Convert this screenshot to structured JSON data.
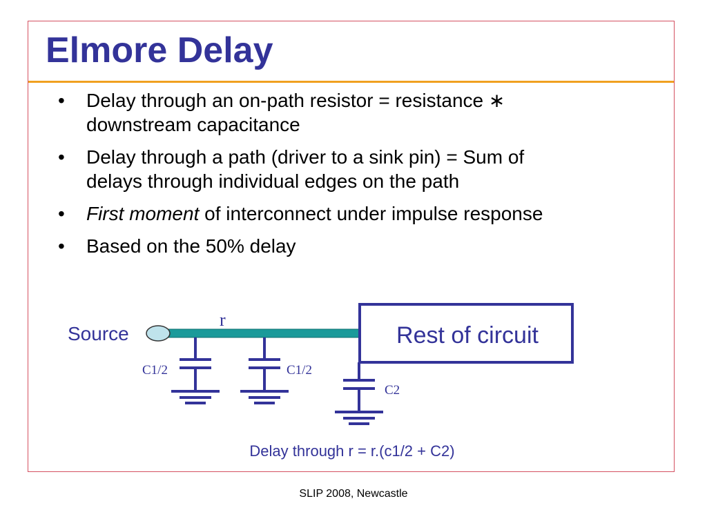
{
  "slide": {
    "title": "Elmore Delay",
    "bullets": [
      {
        "text_before": "Delay through an on-path resistor = resistance ",
        "symbol": "∗",
        "text_line2": "downstream capacitance"
      },
      {
        "text_line1": "Delay through a path (driver to a sink pin) = Sum of",
        "text_line2": "delays through individual edges on the path"
      },
      {
        "emph": "First moment",
        "rest": " of interconnect under impulse response"
      },
      {
        "text": "Based on the 50% delay"
      }
    ],
    "diagram": {
      "source_label": "Source",
      "resistor_label": "r",
      "block_label": "Rest of circuit",
      "cap1_label": "C1/2",
      "cap2_label": "C1/2",
      "cap3_label": "C2",
      "equation": "Delay through r = r.(c1/2 + C2)",
      "colors": {
        "wire": "#1a9a9a",
        "accent": "#333399",
        "source_fill": "#bfe3ec",
        "frame": "#d45060",
        "rule": "#f0a020"
      }
    },
    "footer": "SLIP 2008, Newcastle"
  }
}
